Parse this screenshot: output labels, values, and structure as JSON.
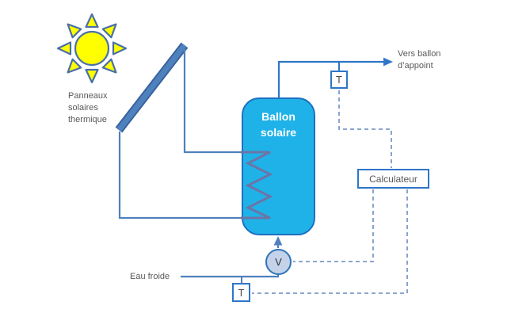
{
  "labels": {
    "panels": [
      "Panneaux",
      "solaires",
      "thermique"
    ],
    "tank": [
      "Ballon",
      "solaire"
    ],
    "to_backup": [
      "Vers ballon",
      "d’appoint"
    ],
    "cold_water": "Eau froide",
    "controller": "Calculateur",
    "temp_sensor": "T",
    "valve": "V"
  },
  "colors": {
    "tank_fill": "#1fb2e8",
    "tank_border": "#1e70bf",
    "pipe_blue": "#4f81bd",
    "panel_fill": "#4f81bd",
    "panel_edge": "#38639e",
    "arrow_blue": "#2e76c8",
    "coil": "#6d74a6",
    "dashed_signal": "#7b99cc",
    "valve_fill": "#c4d2ea",
    "sun_fill": "#ffff00",
    "sun_outline": "#4a6fa8",
    "text_gray": "#595959"
  }
}
